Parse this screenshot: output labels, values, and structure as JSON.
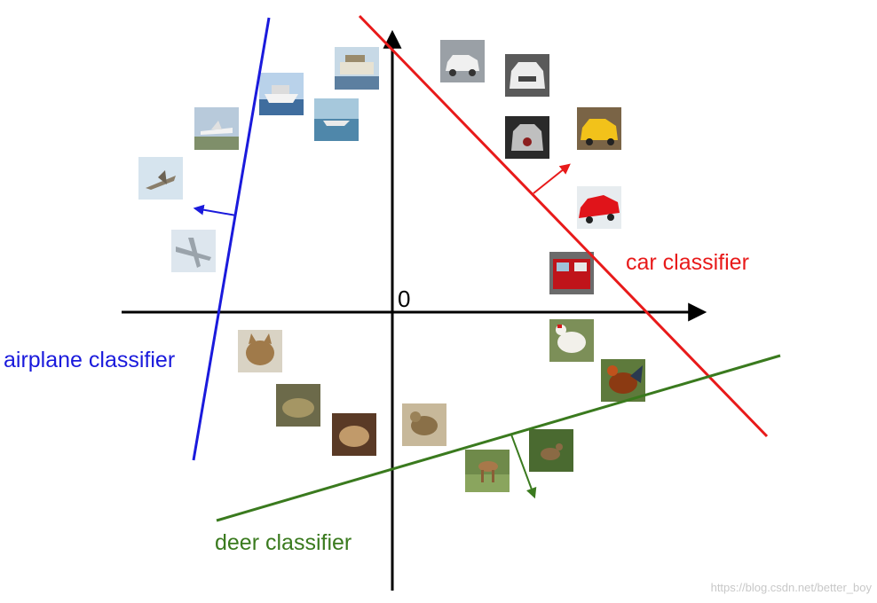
{
  "diagram": {
    "origin_label": "0",
    "classifiers": [
      {
        "id": "airplane",
        "label": "airplane classifier",
        "color": "#1a1adc"
      },
      {
        "id": "car",
        "label": "car classifier",
        "color": "#e81a1a"
      },
      {
        "id": "deer",
        "label": "deer classifier",
        "color": "#3a7a1e"
      }
    ],
    "axis_color": "#000000",
    "watermark": "https://blog.csdn.net/better_boy",
    "images": [
      {
        "id": "ship-1",
        "kind": "ship"
      },
      {
        "id": "ship-2",
        "kind": "ship"
      },
      {
        "id": "ship-3",
        "kind": "ship"
      },
      {
        "id": "airplane-1",
        "kind": "airplane"
      },
      {
        "id": "airplane-2",
        "kind": "airplane"
      },
      {
        "id": "airplane-3",
        "kind": "airplane"
      },
      {
        "id": "car-1",
        "kind": "car"
      },
      {
        "id": "car-2",
        "kind": "car"
      },
      {
        "id": "car-3",
        "kind": "car"
      },
      {
        "id": "car-4",
        "kind": "car"
      },
      {
        "id": "car-5",
        "kind": "car"
      },
      {
        "id": "truck-1",
        "kind": "truck"
      },
      {
        "id": "bird-1",
        "kind": "bird"
      },
      {
        "id": "bird-2",
        "kind": "bird"
      },
      {
        "id": "bird-3",
        "kind": "bird"
      },
      {
        "id": "cat-1",
        "kind": "cat"
      },
      {
        "id": "frog-1",
        "kind": "frog"
      },
      {
        "id": "frog-2",
        "kind": "frog"
      },
      {
        "id": "deer-1",
        "kind": "deer"
      },
      {
        "id": "deer-2",
        "kind": "deer"
      }
    ]
  }
}
